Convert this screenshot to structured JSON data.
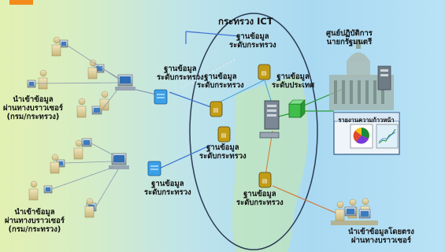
{
  "title": "กระทรวง ICT",
  "colors": {
    "ellipse": "#2b3b55",
    "link_blue": "#3a6fd0",
    "link_green": "#2c9a3a",
    "link_orange": "#d07a3a",
    "server_yellow": "#f2c21c",
    "server_green": "#3fbf4a",
    "server_blue": "#3aa0e8"
  },
  "labels": {
    "pm_center": [
      "ศูนย์ปฏิบัติการ",
      "นายกรัฐมนตรี"
    ],
    "db_ministry_top": [
      "ฐานข้อมูล",
      "ระดับกระทรวง"
    ],
    "db_ministry_left": [
      "ฐานข้อมูล",
      "ระดับกระทรวง"
    ],
    "db_ministry_mid": [
      "ฐานข้อมูล",
      "ระดับกระทรวง"
    ],
    "db_national": [
      "ฐานข้อมูล",
      "ระดับประเทศ"
    ],
    "db_ministry_lower": [
      "ฐานข้อมูล",
      "ระดับกระทรวง"
    ],
    "db_ministry_left2": [
      "ฐานข้อมูล",
      "ระดับกระทรวง"
    ],
    "db_ministry_bottom": [
      "ฐานข้อมูล",
      "ระดับกระทรวง"
    ],
    "browser_input_top": [
      "นำเข้าข้อมูล",
      "ผ่านทางบราวเซอร์",
      "(กรม/กระทรวง)"
    ],
    "browser_input_bottom": [
      "นำเข้าข้อมูล",
      "ผ่านทางบราวเซอร์",
      "(กรม/กระทรวง)"
    ],
    "direct_input": [
      "นำเข้าข้อมูลโดยตรง",
      "ผ่านทางบราวเซอร์"
    ],
    "report_panel": "รายงานความก้าวหน้า"
  },
  "icons": [
    "user-workstation-icon",
    "computer-icon",
    "database-icon",
    "server-tower-icon",
    "government-building-icon",
    "pie-chart-icon",
    "line-chart-icon"
  ]
}
